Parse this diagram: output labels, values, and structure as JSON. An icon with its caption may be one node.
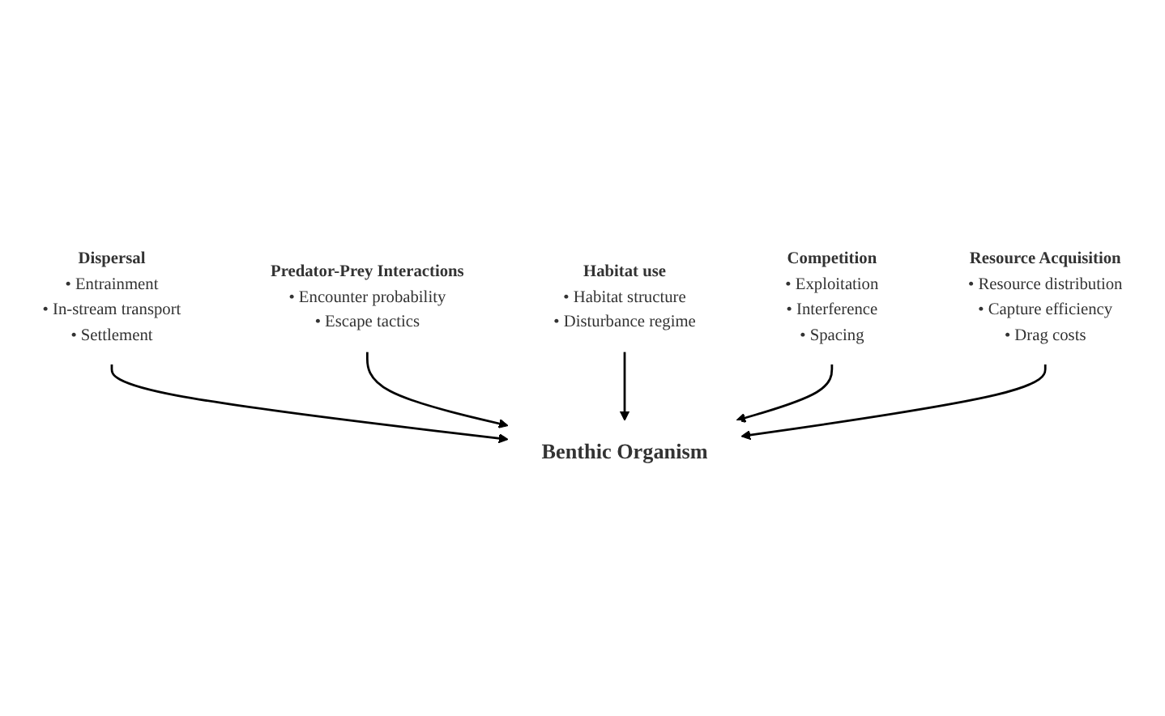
{
  "diagram": {
    "nodes": [
      {
        "text": [
          "Dispersal",
          "• Entrainment",
          "• In-stream transport",
          "• Settlement"
        ]
      },
      {
        "text": [
          "Predator-Prey Interactions",
          "• Encounter probability",
          "• Escape tactics"
        ]
      },
      {
        "text": [
          "Habitat use",
          "• Habitat structure",
          "• Disturbance regime"
        ]
      },
      {
        "text": [
          "Benthic Organism"
        ]
      },
      {
        "text": [
          "Competition",
          "• Exploitation",
          "• Interference",
          "• Spacing"
        ]
      },
      {
        "text": [
          "Resource Acquisition",
          "• Resource distribution",
          "• Capture efficiency",
          "• Drag costs"
        ]
      }
    ],
    "edges": [
      {
        "from": 0,
        "to": 3,
        "arrow": "to"
      },
      {
        "from": 1,
        "to": 3,
        "arrow": "to"
      },
      {
        "from": 2,
        "to": 3,
        "arrow": "to"
      },
      {
        "from": 4,
        "to": 3,
        "arrow": "to"
      },
      {
        "from": 5,
        "to": 3,
        "arrow": "to"
      }
    ]
  }
}
